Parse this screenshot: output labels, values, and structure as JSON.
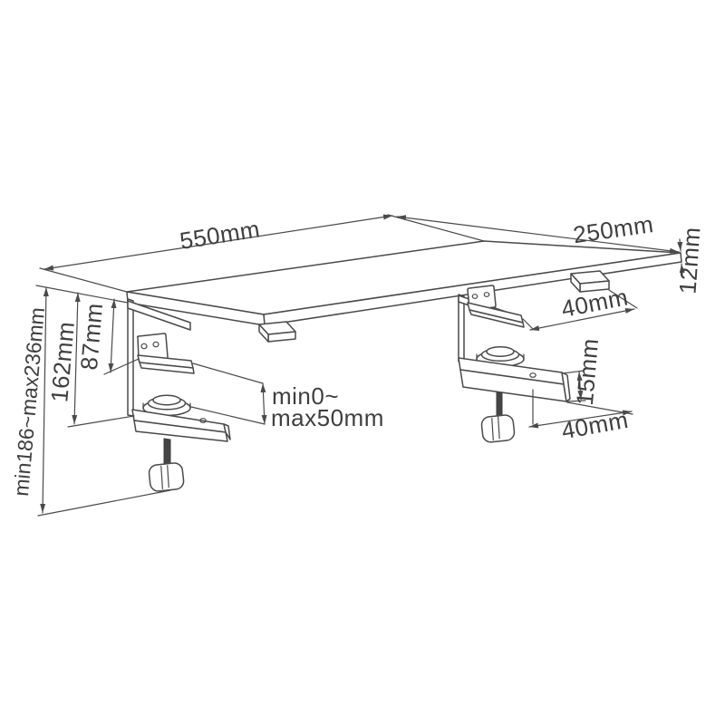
{
  "drawing": {
    "kind": "isometric dimension drawing of a clamp-on desk shelf",
    "colors": {
      "line": "#4a4a4a",
      "text": "#3f3f3f",
      "background": "#ffffff"
    },
    "labels": {
      "shelf_length": "550mm",
      "shelf_depth": "250mm",
      "shelf_thickness": "12mm",
      "shelf_to_upper_pad": "87mm",
      "shelf_to_lower_arm": "162mm",
      "overall_height_range": "min186~max236mm",
      "clamp_opening_line1": "min0~",
      "clamp_opening_line2": "max50mm",
      "upper_pad_depth": "40mm",
      "lower_arm_height": "15mm",
      "lower_arm_depth": "40mm"
    }
  }
}
